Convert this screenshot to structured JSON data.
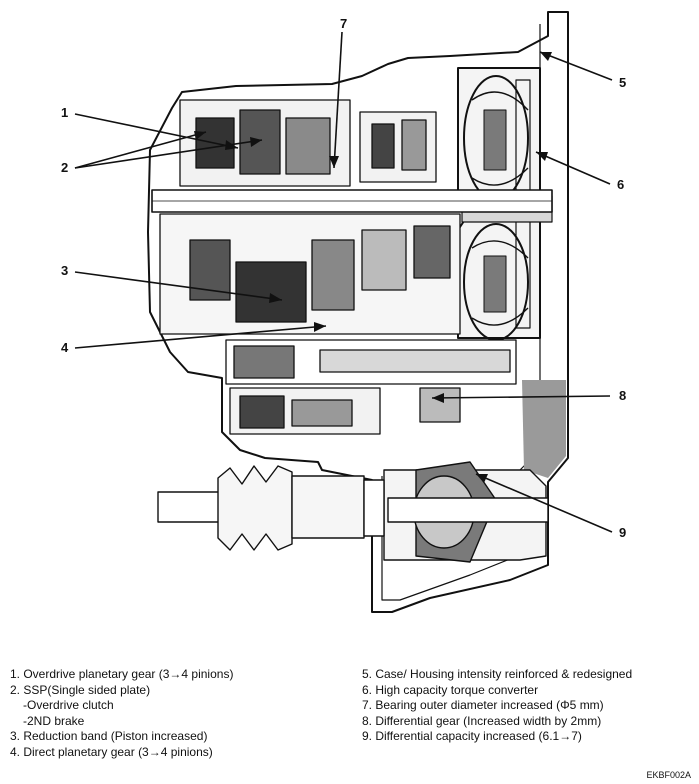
{
  "callouts": [
    "1",
    "2",
    "3",
    "4",
    "5",
    "6",
    "7",
    "8",
    "9"
  ],
  "legend_left": [
    "1.  Overdrive planetary gear (3→4 pinions)",
    "2.  SSP(Single sided plate)",
    "-Overdrive clutch",
    "-2ND brake",
    "3.  Reduction band (Piston increased)",
    "4.  Direct planetary gear (3→4 pinions)"
  ],
  "legend_right": [
    "5.  Case/ Housing intensity reinforced & redesigned",
    "6.  High capacity torque converter",
    "7.  Bearing outer diameter increased (Φ5 mm)",
    "8.  Differential gear (Increased width by 2mm)",
    "9.  Differential capacity increased (6.1→7)"
  ],
  "figure_code": "EKBF002A"
}
